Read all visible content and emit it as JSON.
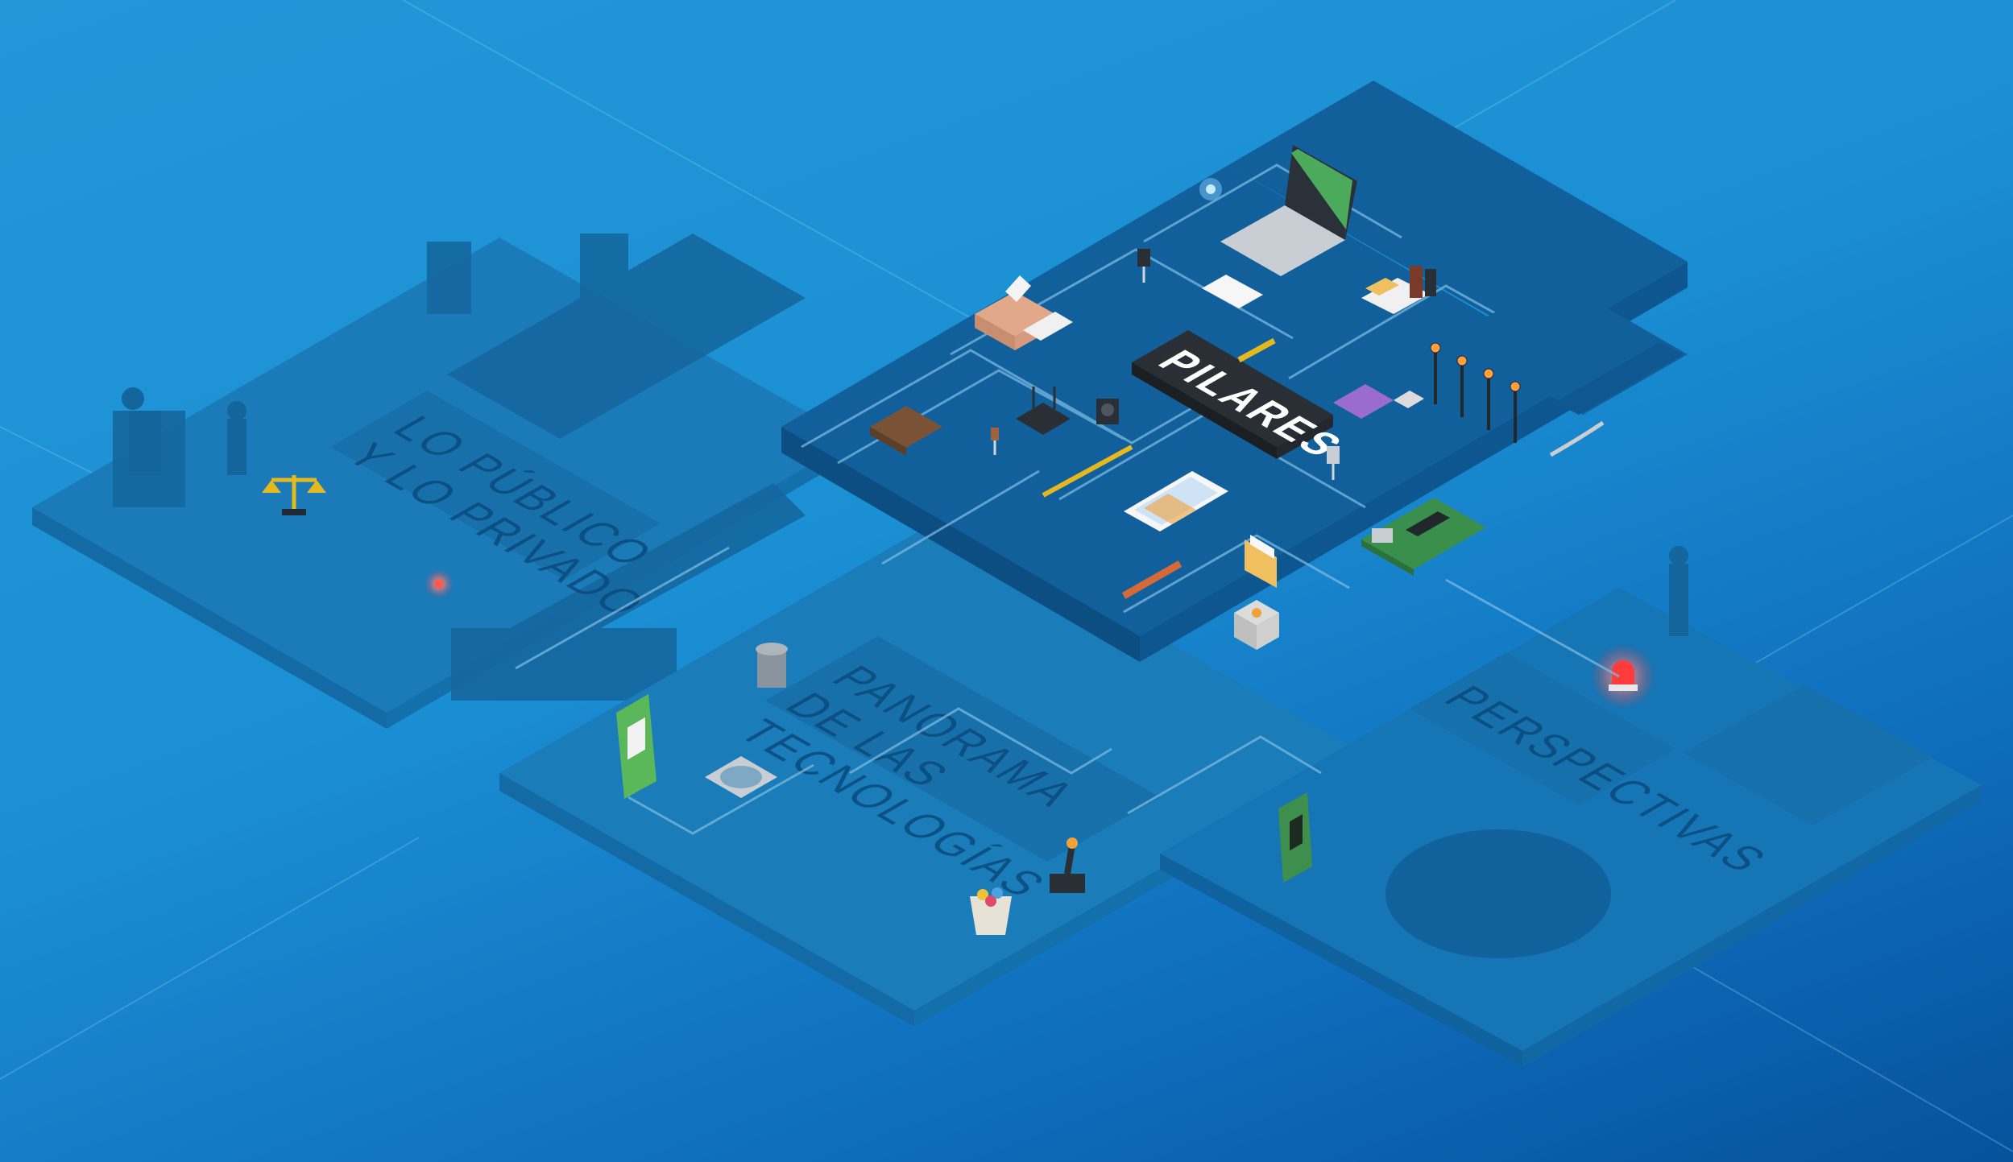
{
  "zones": {
    "public_private": {
      "line1": "LO PÚBLICO",
      "line2": "Y LO PRIVADO"
    },
    "technologies": {
      "line1": "PANORAMA",
      "line2": "DE LAS",
      "line3": "TECNOLOGÍAS"
    },
    "perspectives": {
      "label": "PERSPECTIVAS"
    },
    "pillars": {
      "label": "PILARES"
    }
  },
  "colors": {
    "background": "#1d92d5",
    "ghost_platform": "#1a78b4",
    "main_platform": "#135f99",
    "circuit_trace": "#8ecff3",
    "chip": "#2a2f36",
    "alert_light": "#ff3b3b"
  },
  "icons": [
    "laptop-icon",
    "printer-icon",
    "router-icon",
    "chip-icon",
    "smartphone-icon",
    "notebook-icon",
    "usb-drive-icon",
    "arduino-board-icon",
    "folder-icon",
    "led-icon",
    "street-lamp-icon",
    "scale-of-justice-icon",
    "alarm-light-icon",
    "fan-icon",
    "joystick-icon",
    "display-module-icon",
    "trash-can-icon",
    "capacitor-icon",
    "books-icon"
  ]
}
